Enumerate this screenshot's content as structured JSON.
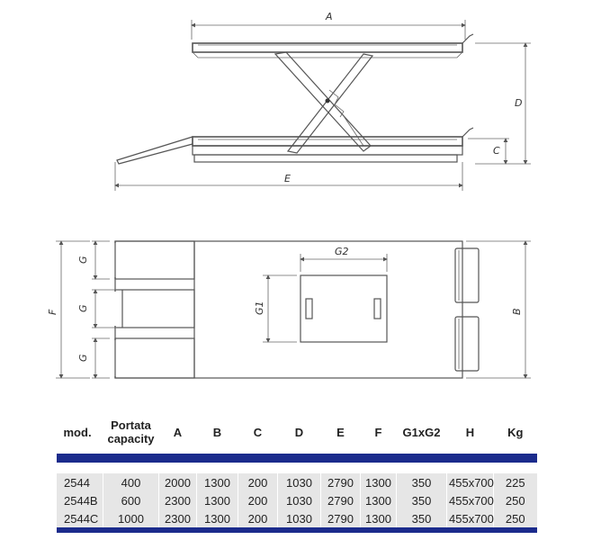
{
  "side_view": {
    "dim_A": "A",
    "dim_C": "C",
    "dim_D": "D",
    "dim_E": "E"
  },
  "top_view": {
    "dim_G_top": "G",
    "dim_G_mid": "G",
    "dim_G_bottom": "G",
    "dim_F": "F",
    "dim_G1": "G1",
    "dim_G2": "G2",
    "dim_B": "B"
  },
  "table": {
    "headers": {
      "mod": "mod.",
      "portata_line1": "Portata",
      "portata_line2": "capacity",
      "A": "A",
      "B": "B",
      "C": "C",
      "D": "D",
      "E": "E",
      "F": "F",
      "G1xG2": "G1xG2",
      "H": "H",
      "Kg": "Kg"
    },
    "rows": [
      {
        "mod": "2544",
        "portata": "400",
        "A": "2000",
        "B": "1300",
        "C": "200",
        "D": "1030",
        "E": "2790",
        "F": "1300",
        "G1xG2": "350",
        "H": "455x700",
        "Kg": "225"
      },
      {
        "mod": "2544B",
        "portata": "600",
        "A": "2300",
        "B": "1300",
        "C": "200",
        "D": "1030",
        "E": "2790",
        "F": "1300",
        "G1xG2": "350",
        "H": "455x700",
        "Kg": "250"
      },
      {
        "mod": "2544C",
        "portata": "1000",
        "A": "2300",
        "B": "1300",
        "C": "200",
        "D": "1030",
        "E": "2790",
        "F": "1300",
        "G1xG2": "350",
        "H": "455x700",
        "Kg": "250"
      }
    ],
    "accent_color": "#1b2b8c",
    "row_bg": "#e6e6e6"
  }
}
